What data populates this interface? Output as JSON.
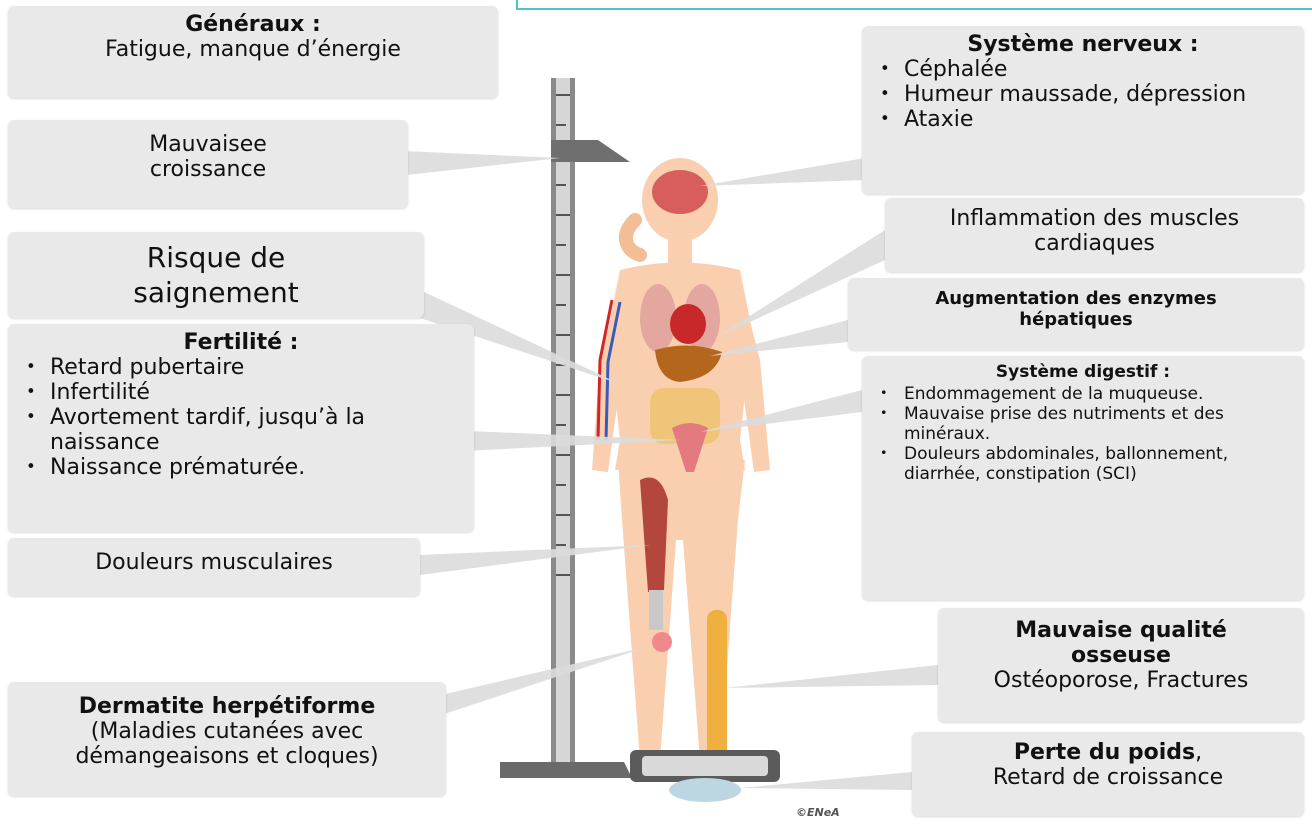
{
  "generaux": {
    "title": "Généraux :",
    "text": "Fatigue, manque d’énergie"
  },
  "croissance": {
    "text": "Mauvaisee croissance"
  },
  "saignement": {
    "text": "Risque de saignement"
  },
  "fertilite": {
    "title": "Fertilité :",
    "items": [
      "Retard pubertaire",
      "Infertilité",
      "Avortement tardif, jusqu’à la naissance",
      "Naissance prématurée."
    ]
  },
  "douleurs": {
    "text": "Douleurs musculaires"
  },
  "dermatite": {
    "title": "Dermatite herpétiforme",
    "text": "(Maladies cutanées avec démangeaisons et cloques)"
  },
  "nerveux": {
    "title": "Système nerveux :",
    "items": [
      "Céphalée",
      "Humeur maussade, dépression",
      "Ataxie"
    ]
  },
  "cardiaque": {
    "text": "Inflammation des muscles cardiaques"
  },
  "enzymes": {
    "title": "Augmentation des enzymes hépatiques"
  },
  "digestif": {
    "title": "Système digestif :",
    "items": [
      "Endommagement de la muqueuse.",
      "Mauvaise prise des nutriments et des minéraux.",
      "Douleurs abdominales, ballonnement, diarrhée, constipation (SCI)"
    ]
  },
  "osseuse": {
    "title": "Mauvaise qualité osseuse",
    "text": "Ostéoporose, Fractures"
  },
  "poids": {
    "title": "Perte du poids",
    "sep": ",",
    "text": "Retard de croissance"
  },
  "credit": "©ENeA",
  "colors": {
    "frame": "#4fc3c9",
    "box": "#e9e9e9",
    "skin": "#f9cfb0"
  }
}
